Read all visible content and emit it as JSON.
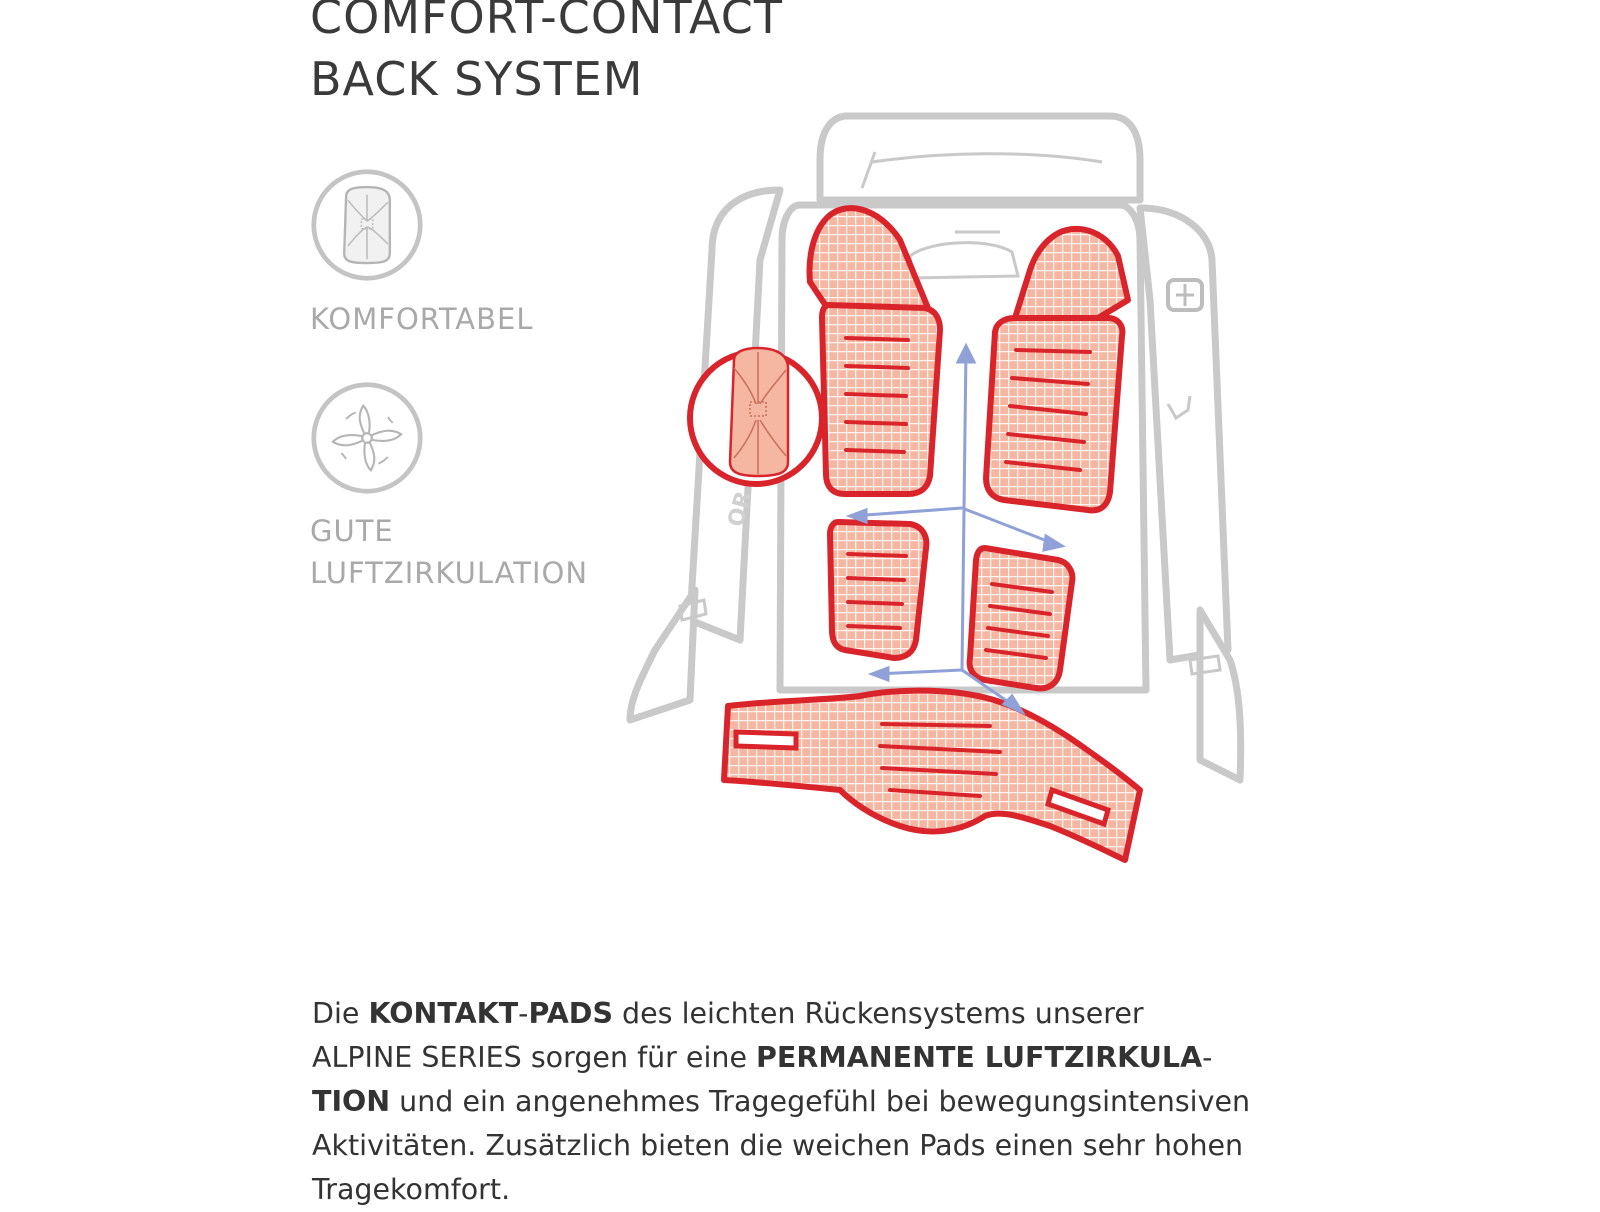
{
  "title": {
    "line1": "COMFORT-CONTACT",
    "line2": "BACK SYSTEM"
  },
  "features": [
    {
      "icon": "comfort-pad-icon",
      "label_lines": [
        "KOMFORTABEL"
      ]
    },
    {
      "icon": "fan-icon",
      "label_lines": [
        "GUTE",
        "LUFTZIRKULATION"
      ]
    }
  ],
  "diagram": {
    "brand_mark": "OR",
    "colors": {
      "pad_outline": "#d9242b",
      "pad_fill": "#f6b7a2",
      "pad_grid": "#ffffff",
      "backpack_outline": "#c9c9c9",
      "airflow_arrows": "#8fa1d6"
    }
  },
  "description": {
    "segments": [
      {
        "text": "Die ",
        "bold": false
      },
      {
        "text": "KONTAKT",
        "bold": true
      },
      {
        "text": "-",
        "bold": false
      },
      {
        "text": "PADS",
        "bold": true
      },
      {
        "text": " des leichten Rückensystems unserer",
        "bold": false
      },
      {
        "text": "\nALPINE SERIES sorgen für eine ",
        "bold": false
      },
      {
        "text": "PERMANENTE LUFTZIRKULA",
        "bold": true
      },
      {
        "text": "-\n",
        "bold": false
      },
      {
        "text": "TION",
        "bold": true
      },
      {
        "text": " und ein angenehmes Tragegefühl bei bewegungsintensiven\nAktivitäten. Zusätzlich bieten die weichen Pads einen sehr hohen\nTragekomfort.",
        "bold": false
      }
    ]
  }
}
